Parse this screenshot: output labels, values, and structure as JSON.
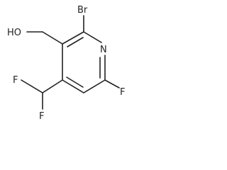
{
  "molecule": {
    "atoms": {
      "br": "Br",
      "n": "N",
      "oh": "HO",
      "f_ring": "F",
      "f_top": "F",
      "f_bottom": "F"
    }
  },
  "colors": {
    "ink": "#222222",
    "background": "#ffffff"
  }
}
